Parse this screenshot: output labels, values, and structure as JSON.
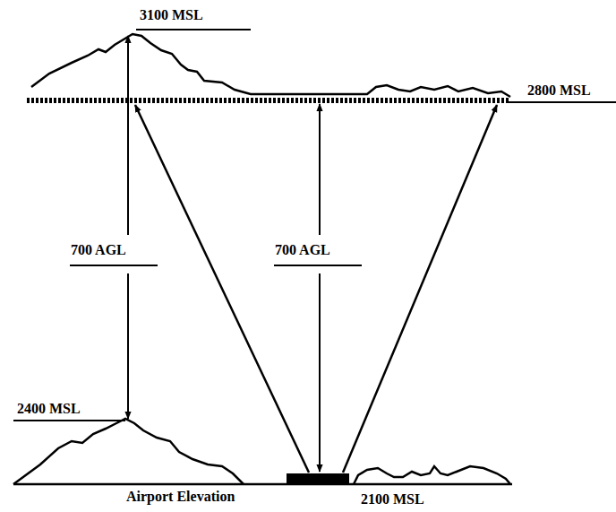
{
  "diagram": {
    "labels": [
      "3100 MSL",
      "2800 MSL",
      "700 AGL",
      "700 AGL",
      "2400 MSL",
      "Airport Elevation",
      "2100 MSL"
    ]
  }
}
